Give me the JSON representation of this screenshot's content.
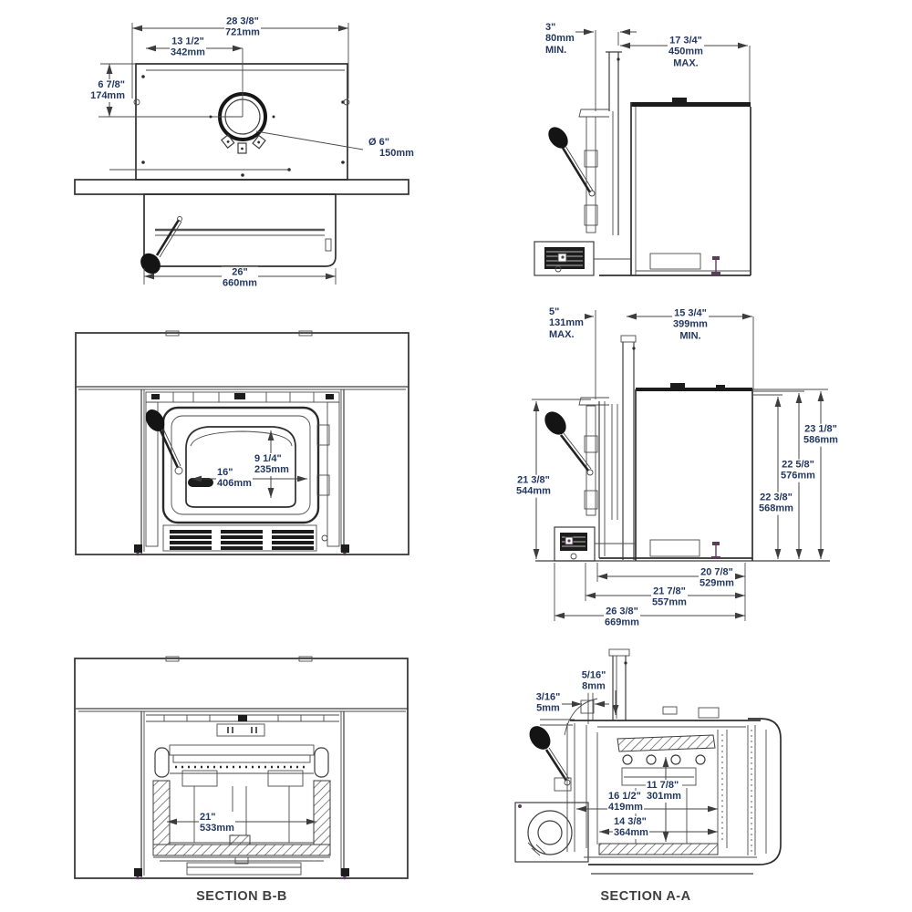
{
  "colors": {
    "dimension_text": "#223761",
    "linework": "#3d3d3d",
    "caption_text": "#3f3f3f",
    "artifact_purple": "#5d3b5d"
  },
  "plan_view": {
    "dim_overall_width": {
      "in": "28 3/8\"",
      "mm": "721mm"
    },
    "dim_flue_offset_x": {
      "in": "13 1/2\"",
      "mm": "342mm"
    },
    "dim_flue_offset_y": {
      "in": "6 7/8\"",
      "mm": "174mm"
    },
    "dim_flue_diameter": {
      "in": "Ø 6\"",
      "mm": "150mm"
    },
    "dim_front_width": {
      "in": "26\"",
      "mm": "660mm"
    }
  },
  "side_view_top": {
    "dim_rear_clearance": {
      "in": "3\"",
      "mm": "80mm",
      "qualifier": "MIN."
    },
    "dim_depth_max": {
      "in": "17 3/4\"",
      "mm": "450mm",
      "qualifier": "MAX."
    }
  },
  "front_view": {
    "dim_glass_height": {
      "in": "9 1/4\"",
      "mm": "235mm"
    },
    "dim_glass_width": {
      "in": "16\"",
      "mm": "406mm"
    }
  },
  "side_view_mid": {
    "dim_flue_clearance": {
      "in": "5\"",
      "mm": "131mm",
      "qualifier": "MAX."
    },
    "dim_depth_min": {
      "in": "15 3/4\"",
      "mm": "399mm",
      "qualifier": "MIN."
    },
    "dim_height_front": {
      "in": "21 3/8\"",
      "mm": "544mm"
    },
    "dim_height_inner": {
      "in": "22 3/8\"",
      "mm": "568mm"
    },
    "dim_height_mid": {
      "in": "22 5/8\"",
      "mm": "576mm"
    },
    "dim_height_overall": {
      "in": "23 1/8\"",
      "mm": "586mm"
    },
    "dim_depth_body": {
      "in": "20 7/8\"",
      "mm": "529mm"
    },
    "dim_depth_front": {
      "in": "21 7/8\"",
      "mm": "557mm"
    },
    "dim_depth_overall": {
      "in": "26 3/8\"",
      "mm": "669mm"
    }
  },
  "section_bb": {
    "caption": "SECTION B-B",
    "dim_firebox_width": {
      "in": "21\"",
      "mm": "533mm"
    }
  },
  "section_aa": {
    "caption": "SECTION A-A",
    "dim_flue_lip": {
      "in": "5/16\"",
      "mm": "8mm"
    },
    "dim_lip_gap": {
      "in": "3/16\"",
      "mm": "5mm"
    },
    "dim_firebox_height": {
      "in": "11 7/8\"",
      "mm": "301mm"
    },
    "dim_firebox_depth_upper": {
      "in": "16 1/2\"",
      "mm": "419mm"
    },
    "dim_firebox_depth_floor": {
      "in": "14 3/8\"",
      "mm": "364mm"
    }
  }
}
